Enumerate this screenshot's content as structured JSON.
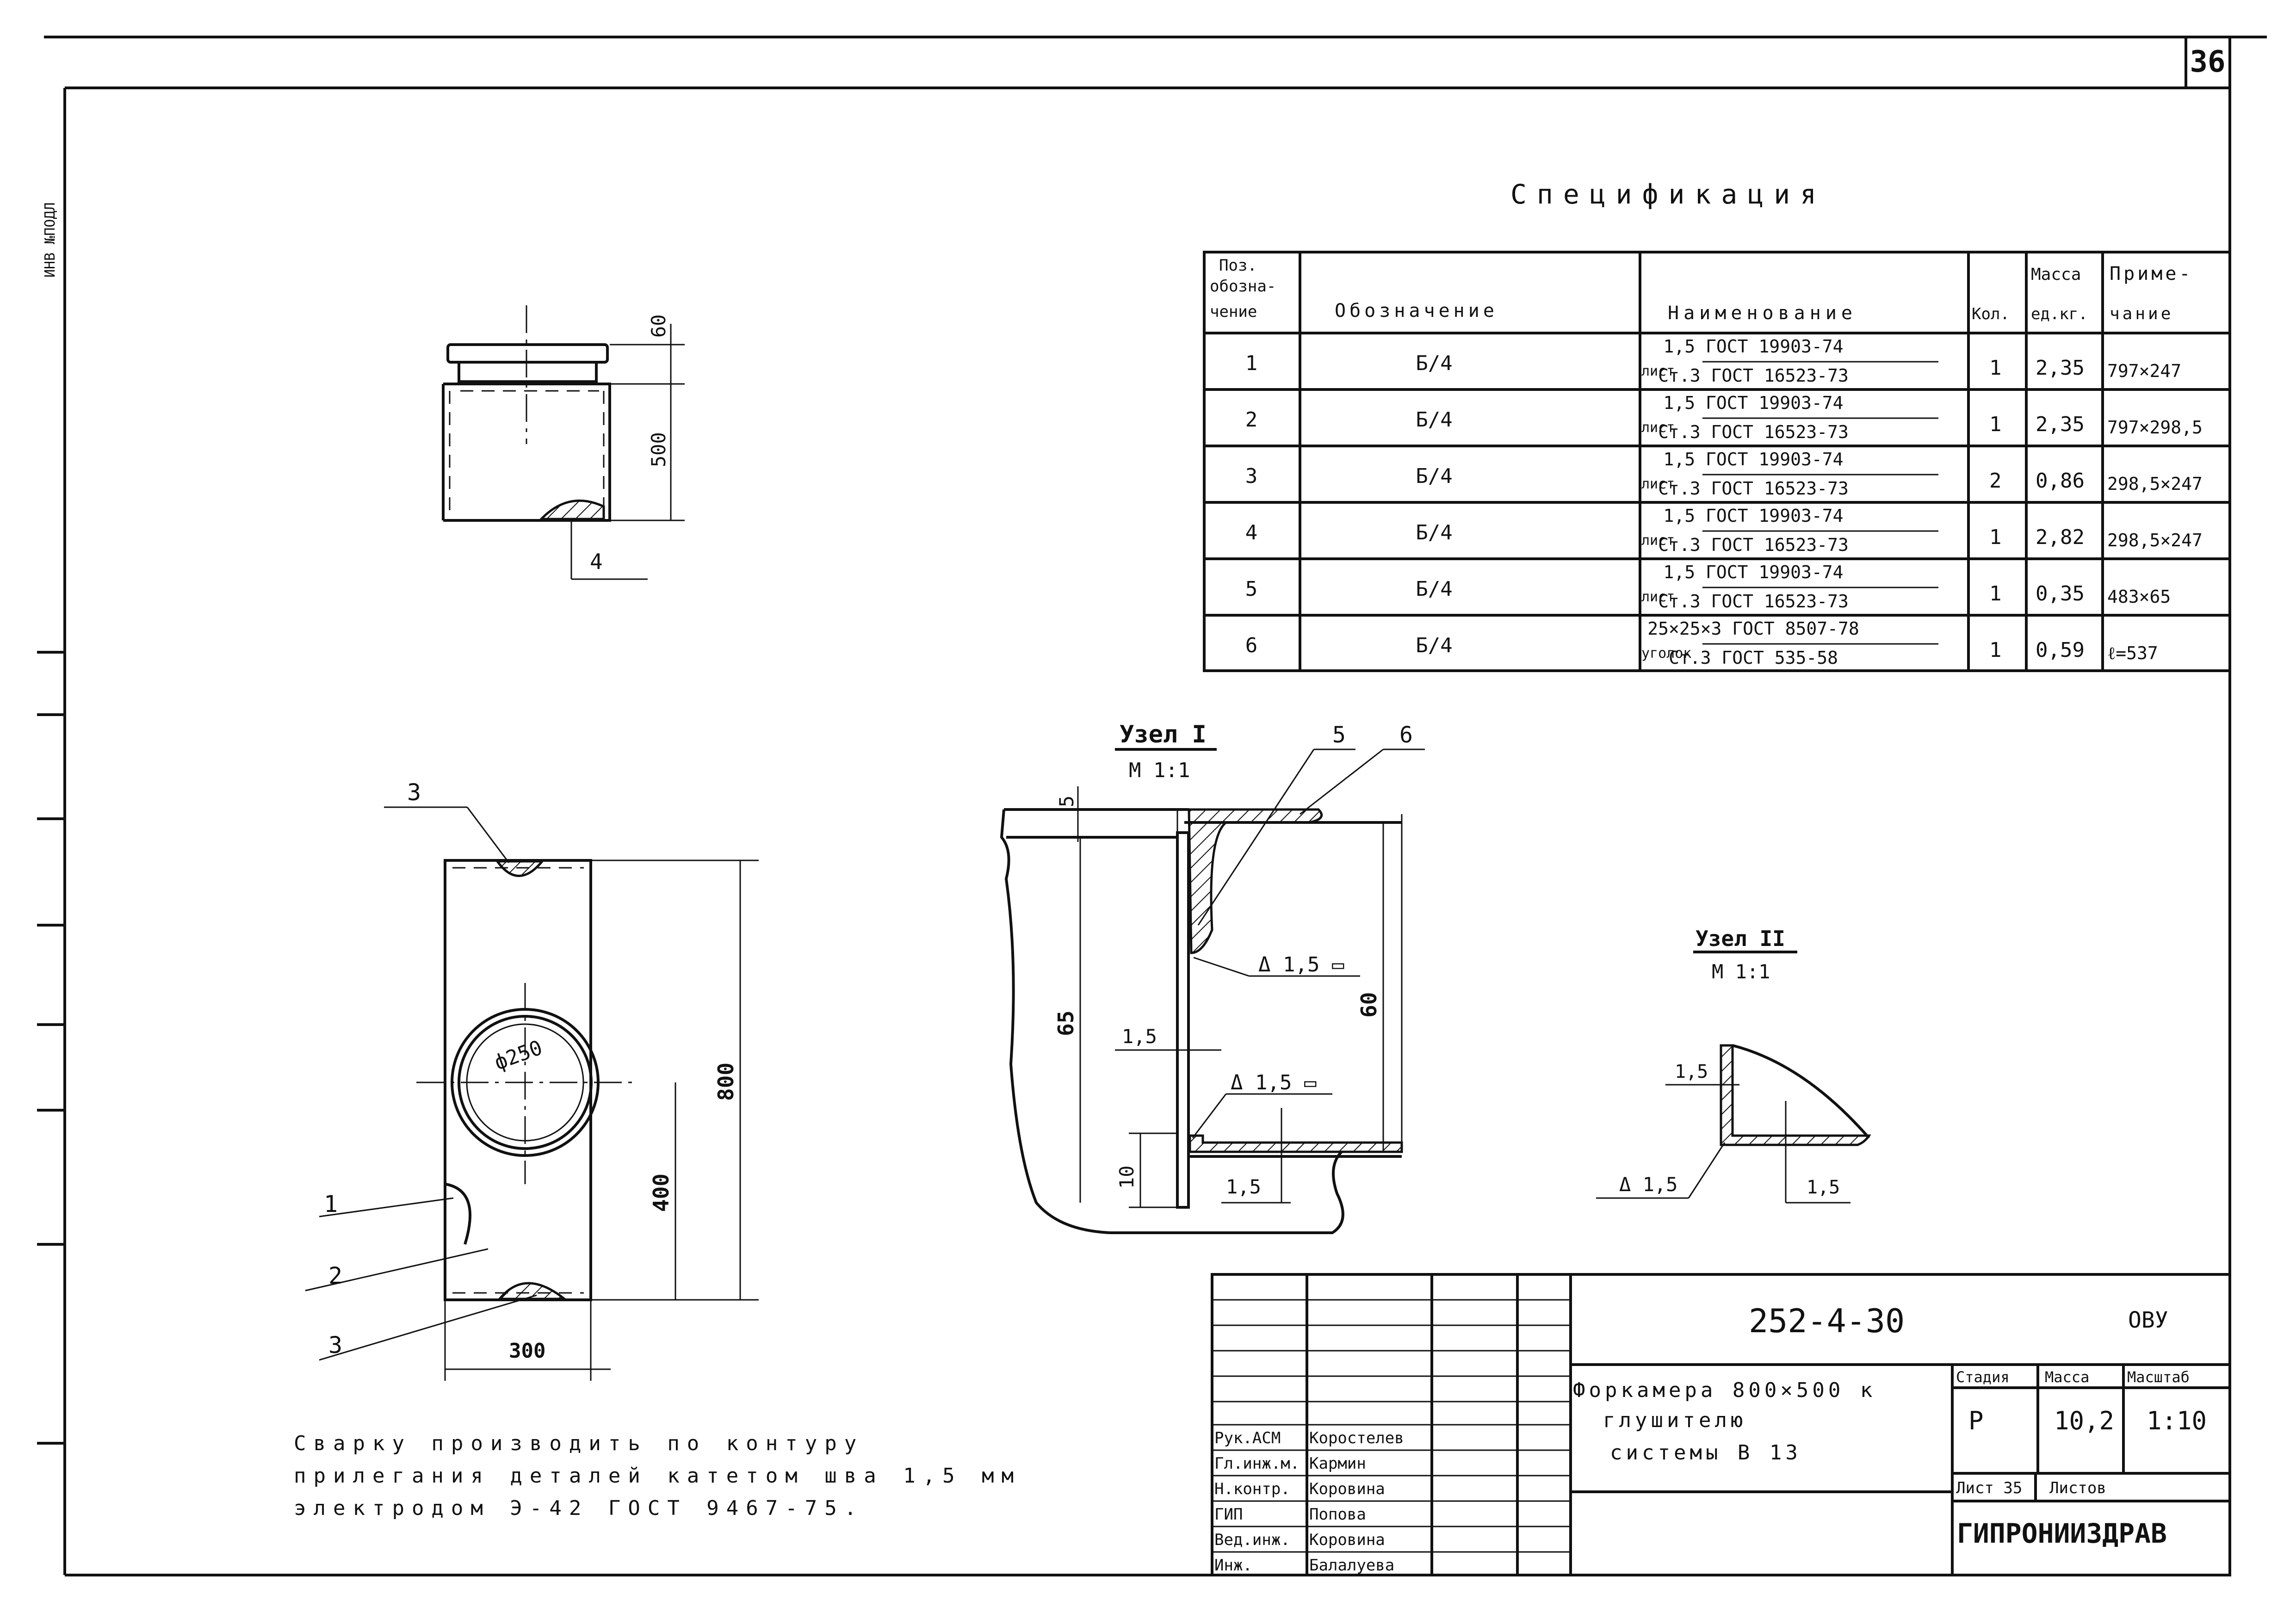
{
  "sheet_number": "36",
  "side_stamp": "ИНВ №ПОДЛ",
  "spec": {
    "title": "Спецификация",
    "headers": {
      "pos": [
        "Поз.",
        "обозна-",
        "чение"
      ],
      "designation": "Обозначение",
      "name": "Наименование",
      "qty": "Кол.",
      "mass": [
        "Масса",
        "ед.кг."
      ],
      "note": [
        "Приме-",
        "чание"
      ]
    },
    "rows": [
      {
        "pos": "1",
        "designation": "Б/4",
        "material": "лист",
        "name_top": "1,5 ГОСТ 19903-74",
        "name_bottom": "Ст.3 ГОСТ 16523-73",
        "qty": "1",
        "mass": "2,35",
        "note": "797×247"
      },
      {
        "pos": "2",
        "designation": "Б/4",
        "material": "лист",
        "name_top": "1,5 ГОСТ 19903-74",
        "name_bottom": "Ст.3 ГОСТ 16523-73",
        "qty": "1",
        "mass": "2,35",
        "note": "797×298,5"
      },
      {
        "pos": "3",
        "designation": "Б/4",
        "material": "лист",
        "name_top": "1,5 ГОСТ 19903-74",
        "name_bottom": "Ст.3 ГОСТ 16523-73",
        "qty": "2",
        "mass": "0,86",
        "note": "298,5×247"
      },
      {
        "pos": "4",
        "designation": "Б/4",
        "material": "лист",
        "name_top": "1,5 ГОСТ 19903-74",
        "name_bottom": "Ст.3 ГОСТ 16523-73",
        "qty": "1",
        "mass": "2,82",
        "note": "298,5×247"
      },
      {
        "pos": "5",
        "designation": "Б/4",
        "material": "лист",
        "name_top": "1,5 ГОСТ 19903-74",
        "name_bottom": "Ст.3 ГОСТ 16523-73",
        "qty": "1",
        "mass": "0,35",
        "note": "483×65"
      },
      {
        "pos": "6",
        "designation": "Б/4",
        "material": "уголок",
        "name_top": "25×25×3 ГОСТ 8507-78",
        "name_bottom": "Ст.3 ГОСТ 535-58",
        "qty": "1",
        "mass": "0,59",
        "note": "ℓ=537"
      }
    ]
  },
  "side_view": {
    "dim_flange": "60",
    "dim_height": "500",
    "callout": "4"
  },
  "front_view": {
    "callouts": [
      "3",
      "1",
      "2",
      "3"
    ],
    "dim_diameter": "ф250",
    "dim_height": "800",
    "dim_center": "400",
    "dim_width": "300"
  },
  "node1": {
    "title": "Узел I",
    "scale": "М 1:1",
    "callout_a": "5",
    "callout_b": "6",
    "dim_top": "5",
    "dim_left": "65",
    "dim_right": "60",
    "dim_bottom": "10",
    "dim_thick": "1,5",
    "dim_thick2": "1,5",
    "weld_a": "Δ 1,5 ▭",
    "weld_b": "Δ 1,5 ▭"
  },
  "node2": {
    "title": "Узел II",
    "scale": "М 1:1",
    "dim_top": "1,5",
    "dim_right": "1,5",
    "weld": "Δ 1,5"
  },
  "notes": {
    "line1": "Сварку производить по контуру",
    "line2": "прилегания деталей катетом шва 1,5 мм",
    "line3": "электродом Э-42 ГОСТ 9467-75."
  },
  "title_block": {
    "code": "252-4-30",
    "code_suffix": "ОВУ",
    "drawing_title": [
      "Форкамера 800×500 к",
      "глушителю",
      "системы В 13"
    ],
    "stage_label": "Стадия",
    "mass_label": "Масса",
    "scale_label": "Масштаб",
    "stage": "Р",
    "mass": "10,2",
    "scale": "1:10",
    "sheet_label": "Лист 35",
    "sheets_label": "Листов",
    "org": "ГИПРОНИИЗДРАВ",
    "roles": [
      {
        "role": "Рук.АСМ",
        "name": "Коростелев"
      },
      {
        "role": "Гл.инж.м.",
        "name": "Кармин"
      },
      {
        "role": "Н.контр.",
        "name": "Коровина"
      },
      {
        "role": "ГИП",
        "name": "Попова"
      },
      {
        "role": "Вед.инж.",
        "name": "Коровина"
      },
      {
        "role": "Инж.",
        "name": "Балалуева"
      }
    ]
  }
}
